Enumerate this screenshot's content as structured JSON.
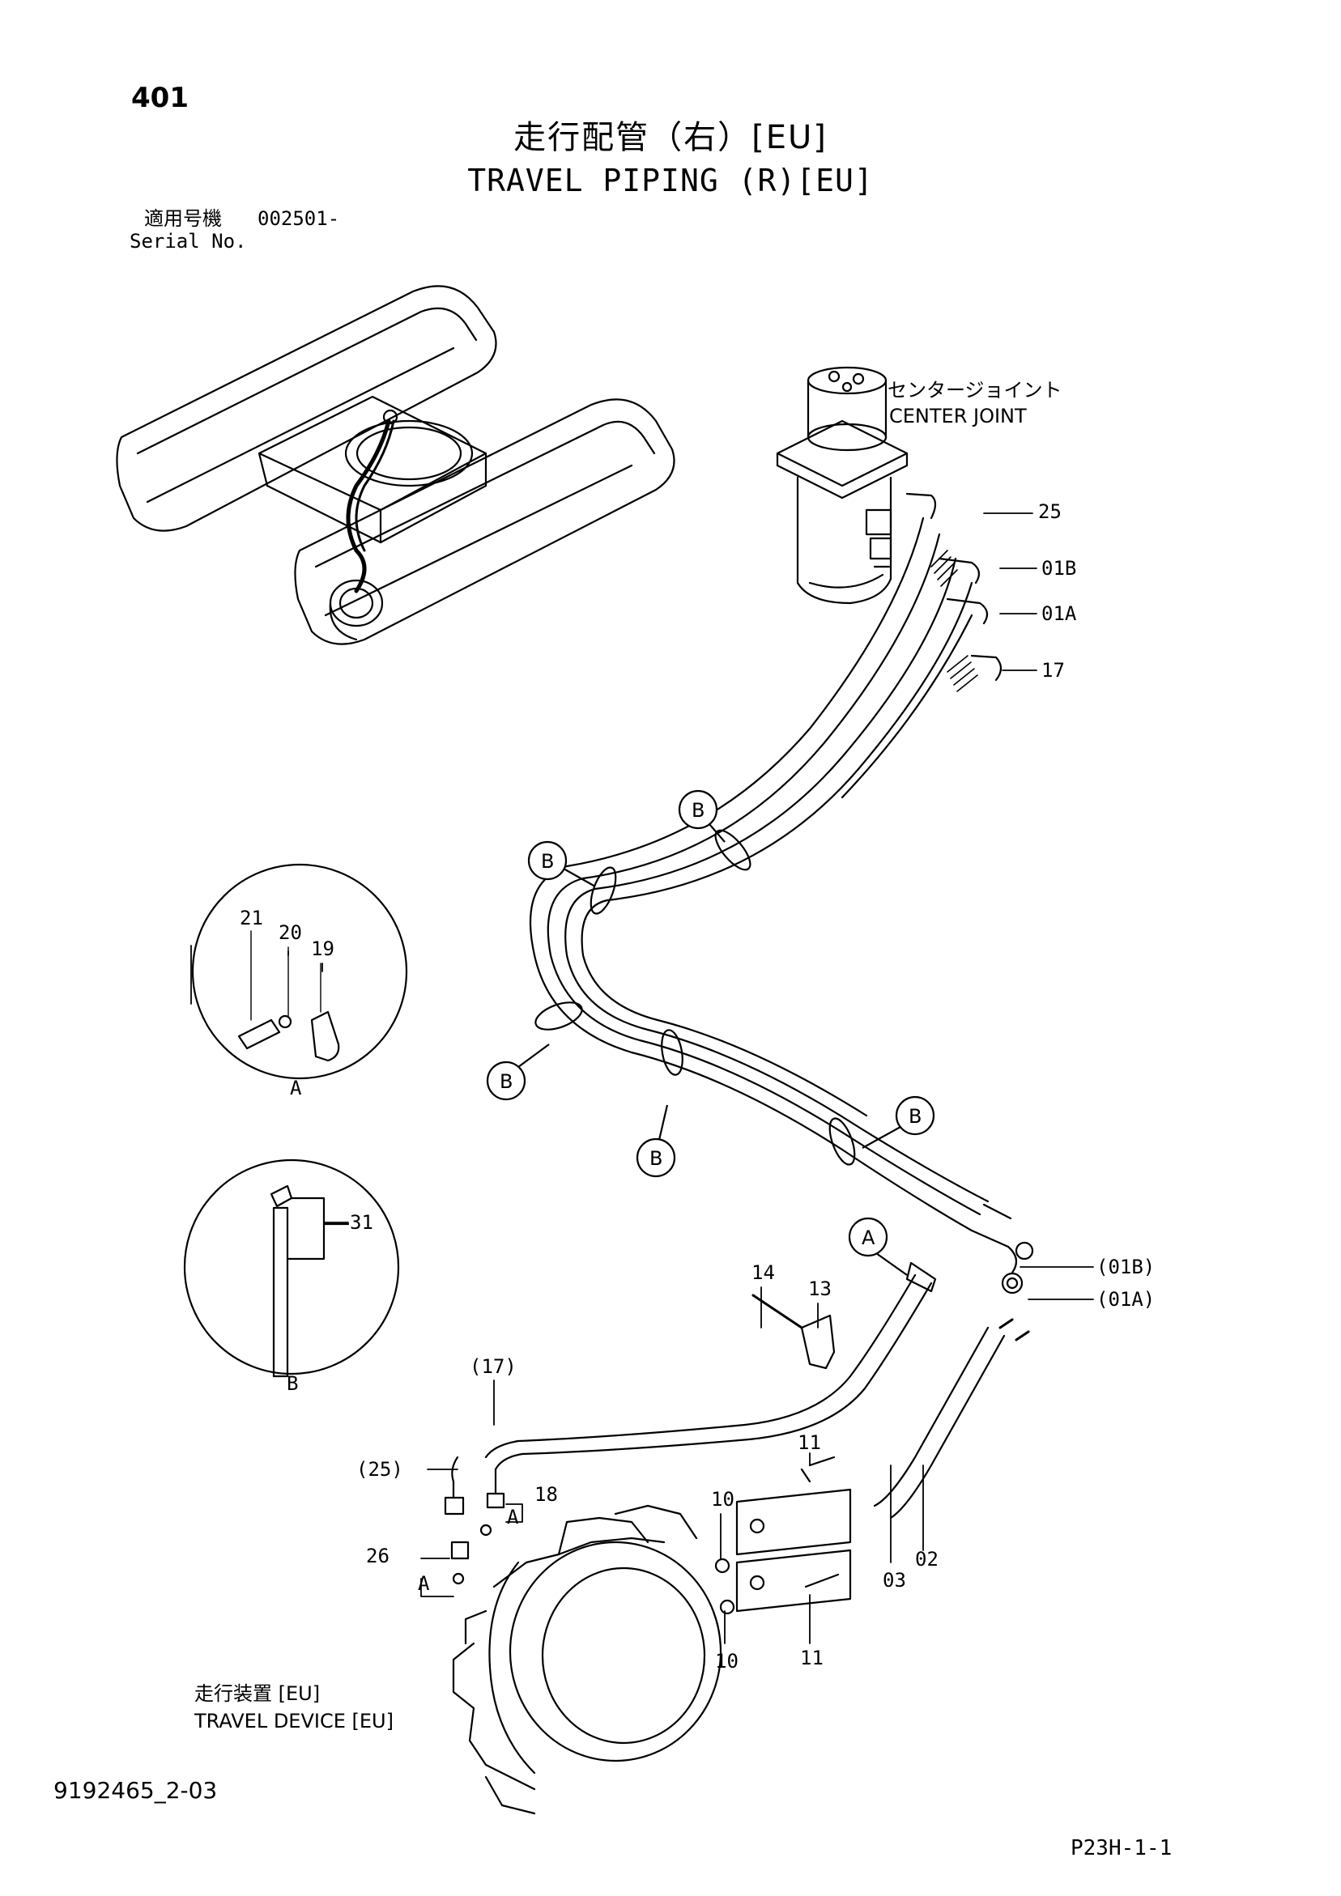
{
  "page_number": "401",
  "title": {
    "japanese": "走行配管（右）[EU]",
    "english": "TRAVEL PIPING (R)[EU]"
  },
  "serial": {
    "label_jp": "適用号機",
    "value": "002501-",
    "label_en": "Serial No."
  },
  "components": {
    "center_joint_jp": "センタージョイント",
    "center_joint_en": "CENTER JOINT",
    "travel_device_jp": "走行装置 [EU]",
    "travel_device_en": "TRAVEL  DEVICE [EU]"
  },
  "callouts": {
    "c25": "25",
    "c01b": "01B",
    "c01a": "01A",
    "c17": "17",
    "c01b_ref": "(01B)",
    "c01a_ref": "(01A)",
    "c14": "14",
    "c13": "13",
    "c17_ref": "(17)",
    "c25_ref": "(25)",
    "c18": "18",
    "c11_top": "11",
    "c10_top": "10",
    "c26": "26",
    "c03": "03",
    "c02": "02",
    "c10_bottom": "10",
    "c11_bottom": "11",
    "detail_a_21": "21",
    "detail_a_20": "20",
    "detail_a_19": "19",
    "detail_b_31": "31",
    "a_ref_18": "A",
    "a_ref_26": "A"
  },
  "detail_labels": {
    "a": "A",
    "b": "B"
  },
  "bubbles": {
    "b1": "B",
    "b2": "B",
    "b3": "B",
    "b4": "B",
    "b5": "B",
    "a1": "A"
  },
  "footer": {
    "doc_number": "9192465_2-03",
    "page_code": "P23H-1-1"
  }
}
